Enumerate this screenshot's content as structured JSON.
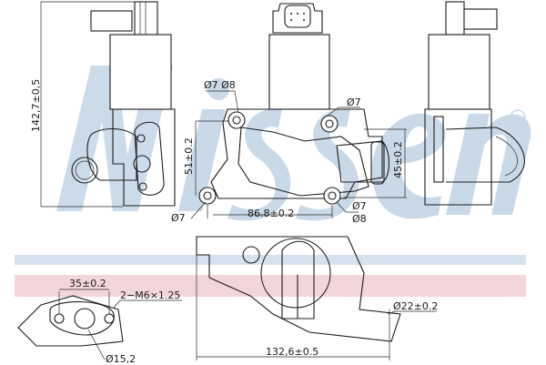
{
  "watermark": {
    "brand": "Nissens",
    "registered_mark": "®",
    "color_blue": "#c9d9e8",
    "color_red": "#f0cdd4",
    "band_blue_color": "#d5e1ec",
    "band_red_color": "#f3d6db"
  },
  "drawing": {
    "subject": "EGR valve technical drawing",
    "views": [
      "left-side-view",
      "front-view",
      "right-side-view",
      "bottom-view",
      "flange-detail"
    ],
    "line_color": "#1c1c1c"
  },
  "dimensions": {
    "overall_height": "142,7±0,5",
    "mount_height": "51±0.2",
    "mount_width": "86.8±0.2",
    "outlet_height": "45±0.2",
    "overall_width": "132,6±0.5",
    "pipe_diameter": "Ø22±0.2",
    "flange_hole_spacing": "35±0.2",
    "flange_thread": "2−M6×1.25",
    "flange_bore": "Ø15,2",
    "hole_top_left": "Ø7 Ø8",
    "hole_top_right": "Ø7",
    "hole_bottom_left": "Ø7",
    "hole_bottom_right_a": "Ø7",
    "hole_bottom_right_b": "Ø8"
  }
}
